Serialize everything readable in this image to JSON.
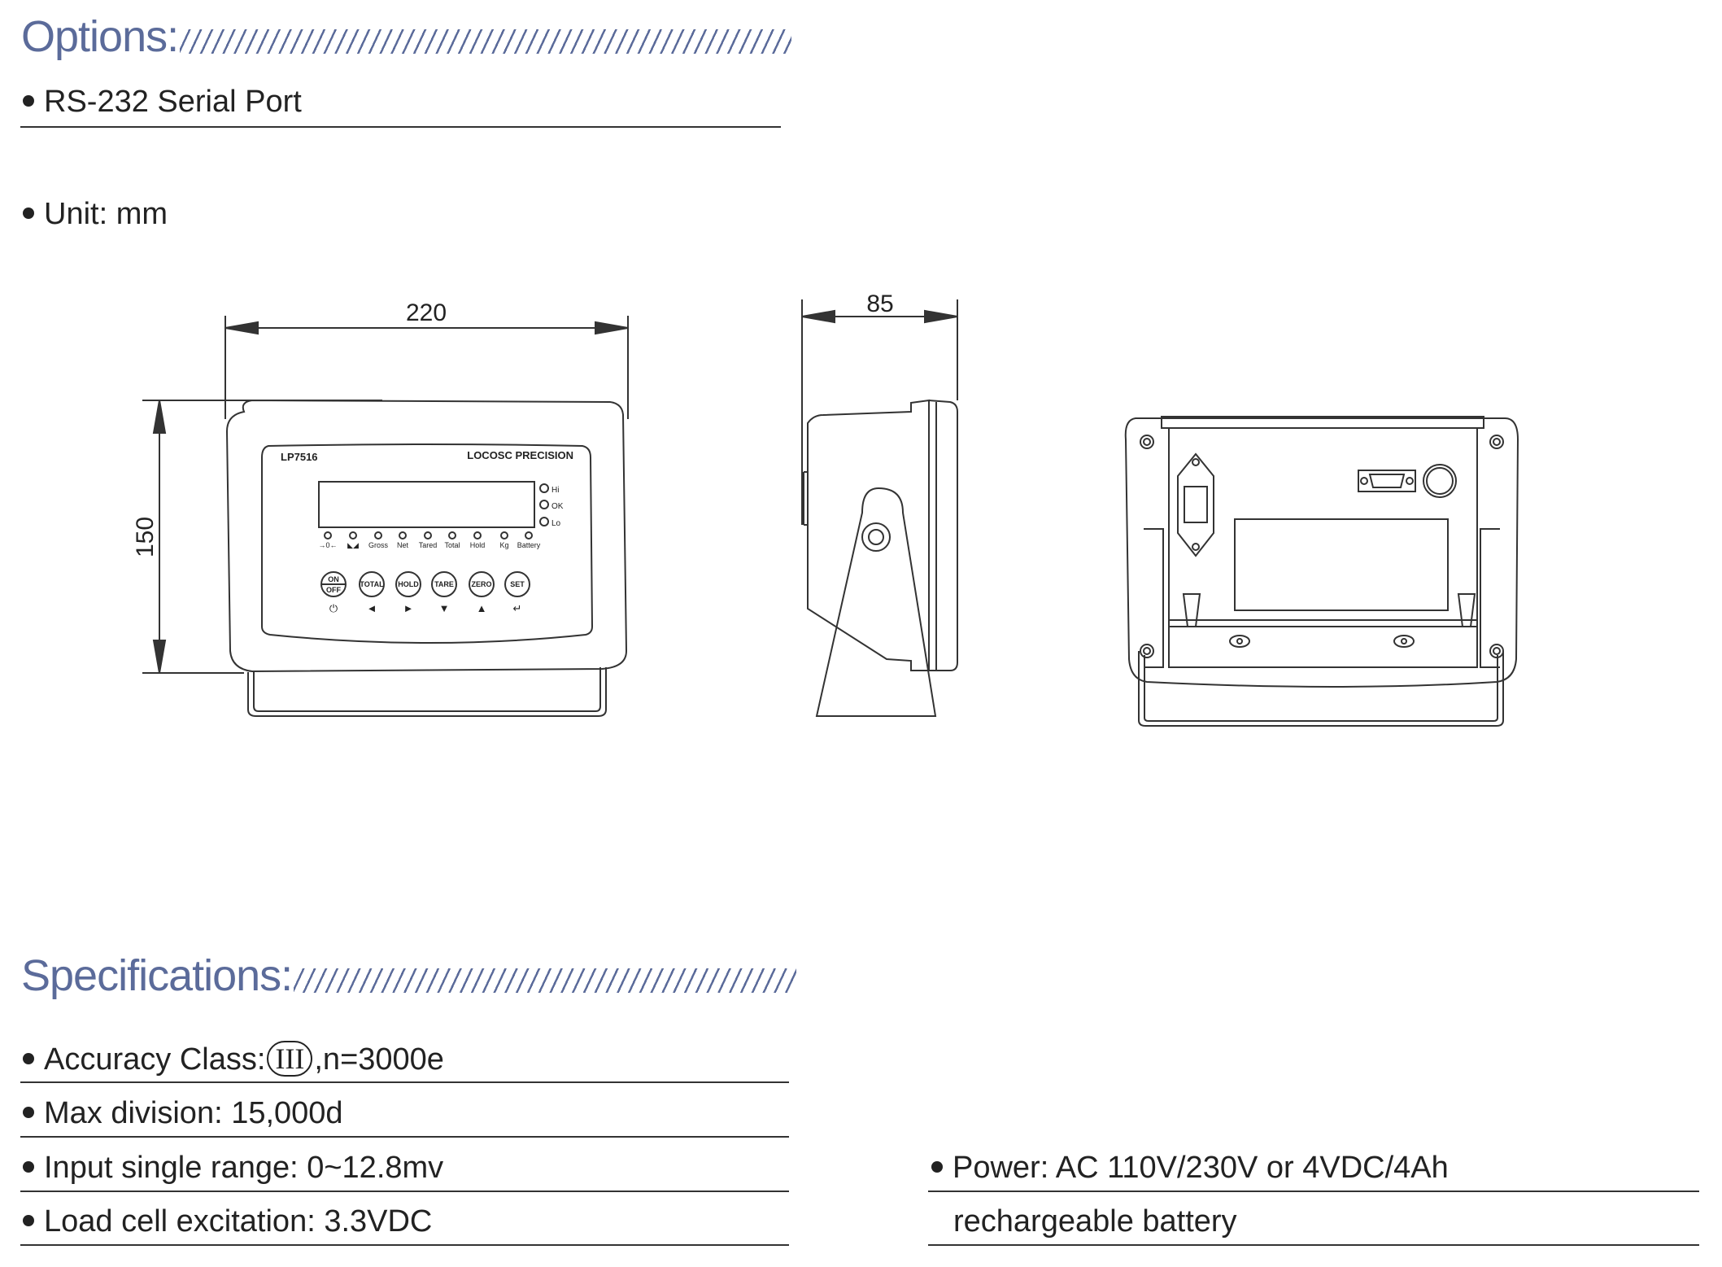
{
  "options": {
    "heading": "Options:",
    "items": [
      "RS-232 Serial Port"
    ],
    "unit": "Unit: mm"
  },
  "drawing": {
    "dim_width": "220",
    "dim_height": "150",
    "dim_depth": "85",
    "model": "LP7516",
    "brand": "LOCOSC PRECISION",
    "indicators_right": [
      "Hi",
      "OK",
      "Lo"
    ],
    "indicators_bottom": [
      "→0←",
      "◣◢",
      "Gross",
      "Net",
      "Tared",
      "Total",
      "Hold",
      "Kg",
      "Battery"
    ],
    "keys": [
      {
        "label_top": "ON",
        "label_bottom": "OFF",
        "symbol": "⏻"
      },
      {
        "label": "TOTAL",
        "symbol": "◄"
      },
      {
        "label": "HOLD",
        "symbol": "►"
      },
      {
        "label": "TARE",
        "symbol": "▼"
      },
      {
        "label": "ZERO",
        "symbol": "▲"
      },
      {
        "label": "SET",
        "symbol": "↵"
      }
    ]
  },
  "specifications": {
    "heading": "Specifications:",
    "accuracy_prefix": "Accuracy Class:",
    "accuracy_class": "III",
    "accuracy_suffix": ",n=3000e",
    "max_division": "Max division: 15,000d",
    "input_range": "Input single range: 0~12.8mv",
    "excitation": "Load cell excitation: 3.3VDC",
    "power_line1": "Power: AC 110V/230V or 4VDC/4Ah",
    "power_line2": "rechargeable battery"
  }
}
